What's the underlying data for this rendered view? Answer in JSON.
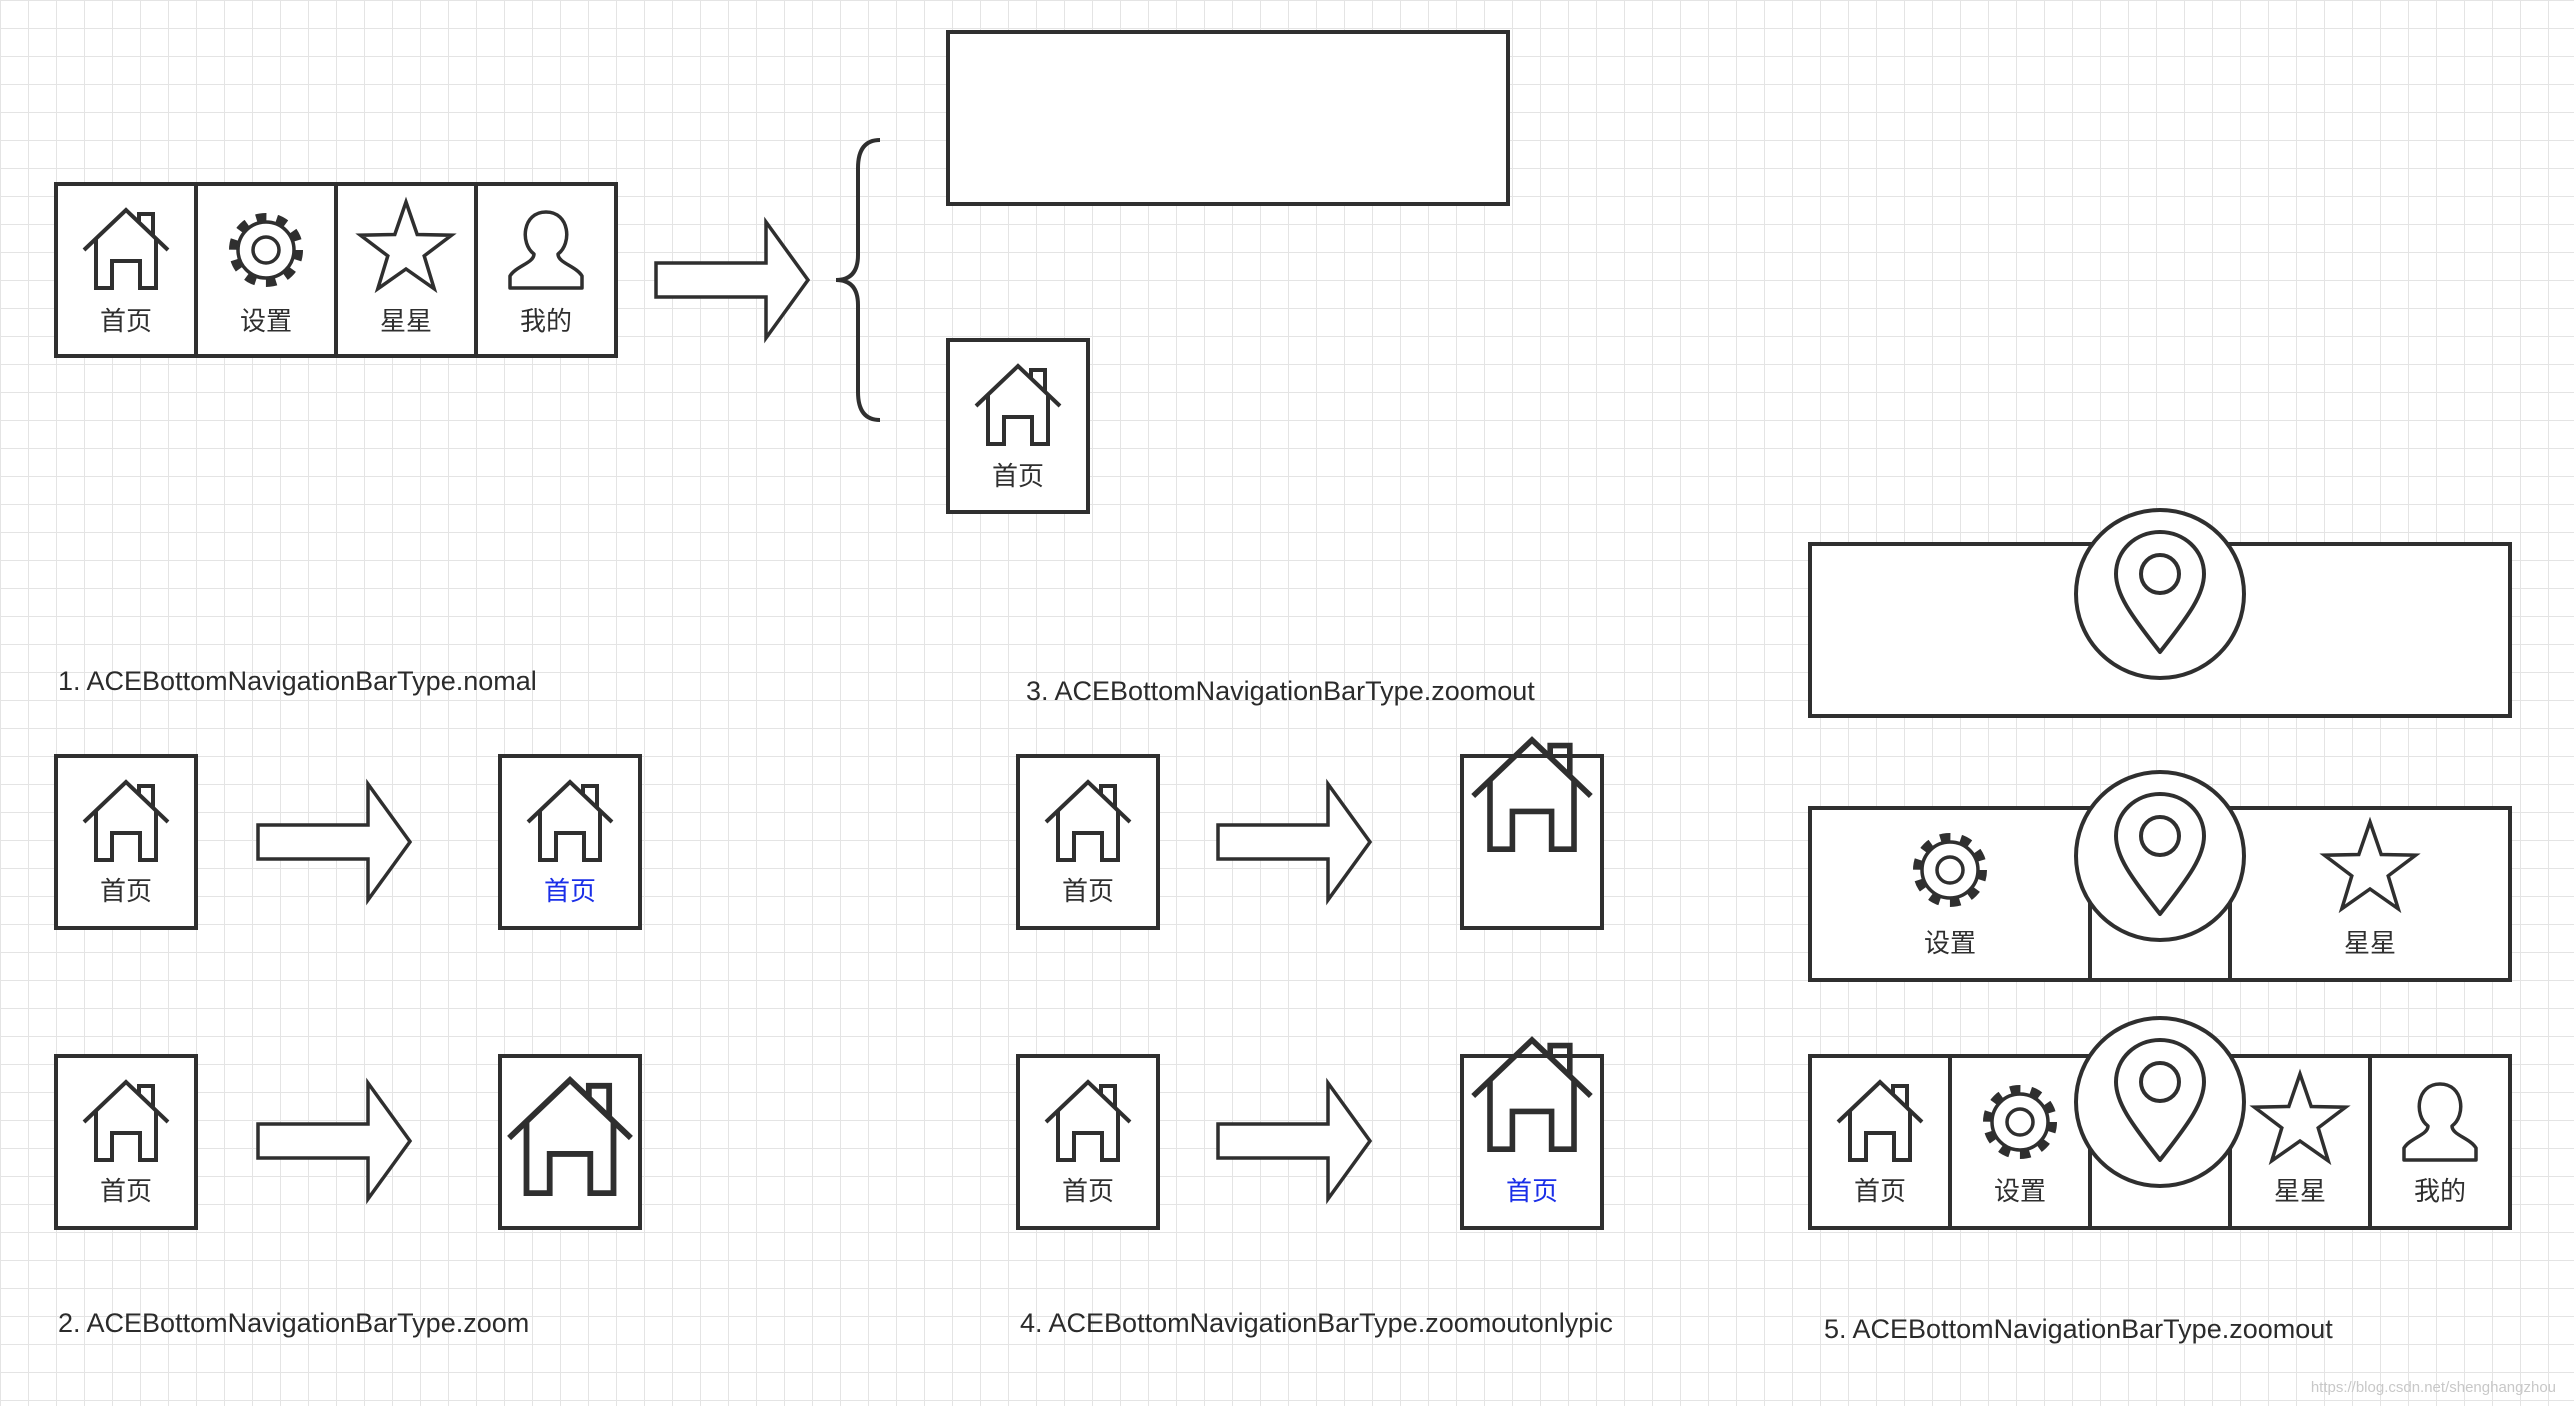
{
  "labels": {
    "home": "首页",
    "settings": "设置",
    "stars": "星星",
    "mine": "我的"
  },
  "captions": {
    "c1": "1.  ACEBottomNavigationBarType.nomal",
    "c2": "2.  ACEBottomNavigationBarType.zoom",
    "c3": "3.  ACEBottomNavigationBarType.zoomout",
    "c4": "4.  ACEBottomNavigationBarType.zoomoutonlypic",
    "c5": "5.  ACEBottomNavigationBarType.zoomout"
  },
  "watermark": "https://blog.csdn.net/shenghangzhou",
  "colors": {
    "stroke": "#2f2f2f",
    "selected_label": "#1a2ee8",
    "grid": "#e4e4e4"
  },
  "icons": [
    "home-icon",
    "gear-icon",
    "star-icon",
    "user-icon",
    "location-pin-icon",
    "arrow-right-icon",
    "curly-brace-icon"
  ]
}
